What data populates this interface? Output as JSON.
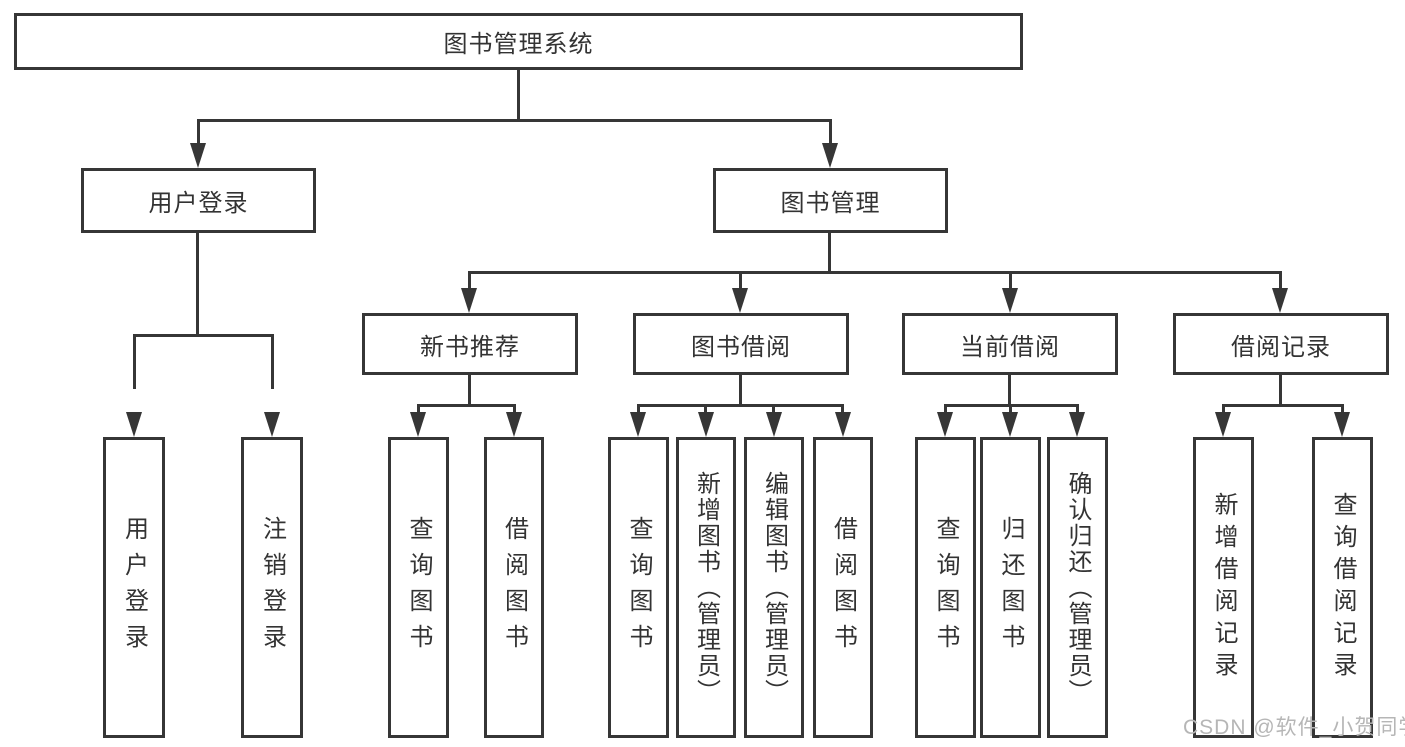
{
  "diagram": {
    "root": {
      "label": "图书管理系统",
      "children": [
        {
          "label": "用户登录",
          "children": [
            {
              "label": "用户登录"
            },
            {
              "label": "注销登录"
            }
          ]
        },
        {
          "label": "图书管理",
          "children": [
            {
              "label": "新书推荐",
              "children": [
                {
                  "label": "查询图书"
                },
                {
                  "label": "借阅图书"
                }
              ]
            },
            {
              "label": "图书借阅",
              "children": [
                {
                  "label": "查询图书"
                },
                {
                  "label": "新增图书（管理员）"
                },
                {
                  "label": "编辑图书（管理员）"
                },
                {
                  "label": "借阅图书"
                }
              ]
            },
            {
              "label": "当前借阅",
              "children": [
                {
                  "label": "查询图书"
                },
                {
                  "label": "归还图书"
                },
                {
                  "label": "确认归还（管理员）"
                }
              ]
            },
            {
              "label": "借阅记录",
              "children": [
                {
                  "label": "新增借阅记录"
                },
                {
                  "label": "查询借阅记录"
                }
              ]
            }
          ]
        }
      ]
    }
  },
  "watermark": {
    "text": "CSDN @软件_小贺同学"
  },
  "colors": {
    "line": "#363636",
    "text": "#333333",
    "watermark": "#b6b6b6",
    "background": "#ffffff"
  }
}
